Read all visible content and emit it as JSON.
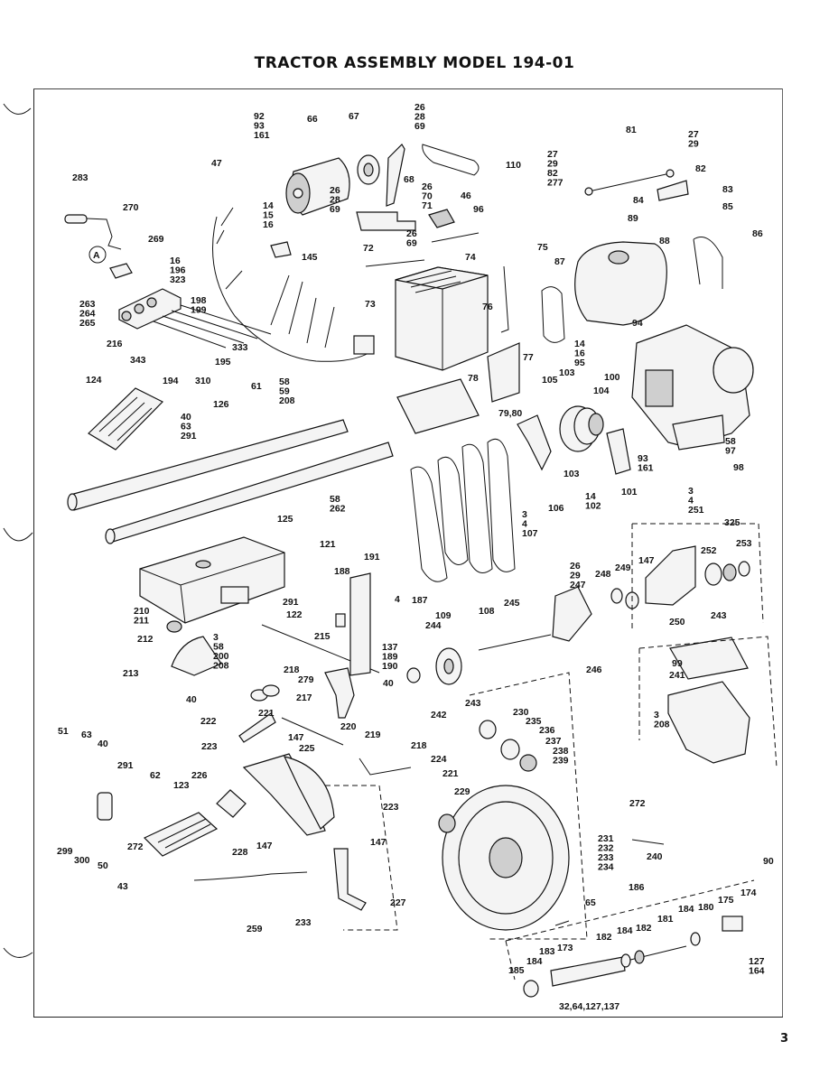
{
  "title": "TRACTOR ASSEMBLY MODEL 194-01",
  "page_number": "3",
  "callout": "A",
  "labels": [
    {
      "id": "l283",
      "text": "283"
    },
    {
      "id": "l270",
      "text": "270"
    },
    {
      "id": "l269",
      "text": "269"
    },
    {
      "id": "lA16",
      "text": "16\n196\n323"
    },
    {
      "id": "l263",
      "text": "263\n264\n265"
    },
    {
      "id": "l198",
      "text": "198\n199"
    },
    {
      "id": "l216",
      "text": "216"
    },
    {
      "id": "l343",
      "text": "343"
    },
    {
      "id": "l194",
      "text": "194"
    },
    {
      "id": "l310",
      "text": "310"
    },
    {
      "id": "l195",
      "text": "195"
    },
    {
      "id": "l333",
      "text": "333"
    },
    {
      "id": "l92",
      "text": "92\n93\n161"
    },
    {
      "id": "l47",
      "text": "47"
    },
    {
      "id": "l66",
      "text": "66"
    },
    {
      "id": "l67",
      "text": "67"
    },
    {
      "id": "l26a",
      "text": "26\n28\n69"
    },
    {
      "id": "l68",
      "text": "68"
    },
    {
      "id": "l110",
      "text": "110"
    },
    {
      "id": "l14a",
      "text": "14\n15\n16"
    },
    {
      "id": "l26b",
      "text": "26\n28\n69"
    },
    {
      "id": "l26c",
      "text": "26\n70\n71"
    },
    {
      "id": "l46",
      "text": "46"
    },
    {
      "id": "l96",
      "text": "96"
    },
    {
      "id": "l72",
      "text": "72"
    },
    {
      "id": "l26d",
      "text": "26\n69"
    },
    {
      "id": "l145",
      "text": "145"
    },
    {
      "id": "l81",
      "text": "81"
    },
    {
      "id": "l27a",
      "text": "27\n29"
    },
    {
      "id": "l27b",
      "text": "27\n29\n82\n277"
    },
    {
      "id": "l82",
      "text": "82"
    },
    {
      "id": "l83",
      "text": "83"
    },
    {
      "id": "l84",
      "text": "84"
    },
    {
      "id": "l85",
      "text": "85"
    },
    {
      "id": "l89",
      "text": "89"
    },
    {
      "id": "l88",
      "text": "88"
    },
    {
      "id": "l86",
      "text": "86"
    },
    {
      "id": "l75",
      "text": "75"
    },
    {
      "id": "l74",
      "text": "74"
    },
    {
      "id": "l87",
      "text": "87"
    },
    {
      "id": "l73",
      "text": "73"
    },
    {
      "id": "l76",
      "text": "76"
    },
    {
      "id": "l94",
      "text": "94"
    },
    {
      "id": "l14b",
      "text": "14\n16\n95"
    },
    {
      "id": "l77",
      "text": "77"
    },
    {
      "id": "l103a",
      "text": "103"
    },
    {
      "id": "l105",
      "text": "105"
    },
    {
      "id": "l100",
      "text": "100"
    },
    {
      "id": "l104",
      "text": "104"
    },
    {
      "id": "l61",
      "text": "61"
    },
    {
      "id": "l124",
      "text": "124"
    },
    {
      "id": "l58a",
      "text": "58\n59\n208"
    },
    {
      "id": "l126",
      "text": "126"
    },
    {
      "id": "l78",
      "text": "78"
    },
    {
      "id": "l40a",
      "text": "40\n63\n291"
    },
    {
      "id": "l7980",
      "text": "79,80"
    },
    {
      "id": "l58b",
      "text": "58\n97"
    },
    {
      "id": "l93",
      "text": "93\n161"
    },
    {
      "id": "l98",
      "text": "98"
    },
    {
      "id": "l103b",
      "text": "103"
    },
    {
      "id": "l101",
      "text": "101"
    },
    {
      "id": "l14c",
      "text": "14\n102"
    },
    {
      "id": "l106",
      "text": "106"
    },
    {
      "id": "l3a",
      "text": "3\n4\n107"
    },
    {
      "id": "l58c",
      "text": "58\n262"
    },
    {
      "id": "l125",
      "text": "125"
    },
    {
      "id": "l3b",
      "text": "3\n4\n251"
    },
    {
      "id": "l325",
      "text": "325"
    },
    {
      "id": "l252",
      "text": "252"
    },
    {
      "id": "l253",
      "text": "253"
    },
    {
      "id": "l121",
      "text": "121"
    },
    {
      "id": "l191",
      "text": "191"
    },
    {
      "id": "l188",
      "text": "188"
    },
    {
      "id": "l147a",
      "text": "147"
    },
    {
      "id": "l26e",
      "text": "26\n29\n247"
    },
    {
      "id": "l248",
      "text": "248"
    },
    {
      "id": "l249",
      "text": "249"
    },
    {
      "id": "l4",
      "text": "4"
    },
    {
      "id": "l187",
      "text": "187"
    },
    {
      "id": "l291a",
      "text": "291"
    },
    {
      "id": "l122",
      "text": "122"
    },
    {
      "id": "l210",
      "text": "210\n211"
    },
    {
      "id": "l212",
      "text": "212"
    },
    {
      "id": "l3c",
      "text": "3\n58\n200\n208"
    },
    {
      "id": "l215",
      "text": "215"
    },
    {
      "id": "l109",
      "text": "109"
    },
    {
      "id": "l108",
      "text": "108"
    },
    {
      "id": "l245",
      "text": "245"
    },
    {
      "id": "l243a",
      "text": "243"
    },
    {
      "id": "l250",
      "text": "250"
    },
    {
      "id": "l137",
      "text": "137\n189\n190"
    },
    {
      "id": "l244",
      "text": "244"
    },
    {
      "id": "l99",
      "text": "99"
    },
    {
      "id": "l241",
      "text": "241"
    },
    {
      "id": "l246",
      "text": "246"
    },
    {
      "id": "l213",
      "text": "213"
    },
    {
      "id": "l218a",
      "text": "218"
    },
    {
      "id": "l279",
      "text": "279"
    },
    {
      "id": "l40b",
      "text": "40"
    },
    {
      "id": "l217",
      "text": "217"
    },
    {
      "id": "l40c",
      "text": "40"
    },
    {
      "id": "l242",
      "text": "242"
    },
    {
      "id": "l243b",
      "text": "243"
    },
    {
      "id": "l3d",
      "text": "3\n208"
    },
    {
      "id": "l230",
      "text": "230"
    },
    {
      "id": "l235",
      "text": "235"
    },
    {
      "id": "l236",
      "text": "236"
    },
    {
      "id": "l237",
      "text": "237"
    },
    {
      "id": "l238",
      "text": "238\n239"
    },
    {
      "id": "l221a",
      "text": "221"
    },
    {
      "id": "l222",
      "text": "222"
    },
    {
      "id": "l220",
      "text": "220"
    },
    {
      "id": "l219",
      "text": "219"
    },
    {
      "id": "l223a",
      "text": "223"
    },
    {
      "id": "l147b",
      "text": "147"
    },
    {
      "id": "l225",
      "text": "225"
    },
    {
      "id": "l218b",
      "text": "218"
    },
    {
      "id": "l224",
      "text": "224"
    },
    {
      "id": "l221b",
      "text": "221"
    },
    {
      "id": "l51",
      "text": "51"
    },
    {
      "id": "l63",
      "text": "63"
    },
    {
      "id": "l40d",
      "text": "40"
    },
    {
      "id": "l291b",
      "text": "291"
    },
    {
      "id": "l62",
      "text": "62"
    },
    {
      "id": "l226",
      "text": "226"
    },
    {
      "id": "l123",
      "text": "123"
    },
    {
      "id": "l223b",
      "text": "223"
    },
    {
      "id": "l229",
      "text": "229"
    },
    {
      "id": "l272a",
      "text": "272"
    },
    {
      "id": "l299",
      "text": "299"
    },
    {
      "id": "l300",
      "text": "300"
    },
    {
      "id": "l50",
      "text": "50"
    },
    {
      "id": "l272b",
      "text": "272"
    },
    {
      "id": "l43",
      "text": "43"
    },
    {
      "id": "l147c",
      "text": "147"
    },
    {
      "id": "l147d",
      "text": "147"
    },
    {
      "id": "l231",
      "text": "231\n232\n233\n234"
    },
    {
      "id": "l240",
      "text": "240"
    },
    {
      "id": "l228",
      "text": "228"
    },
    {
      "id": "l90",
      "text": "90"
    },
    {
      "id": "l186",
      "text": "186"
    },
    {
      "id": "l175",
      "text": "175"
    },
    {
      "id": "l174",
      "text": "174"
    },
    {
      "id": "l184a",
      "text": "184"
    },
    {
      "id": "l180",
      "text": "180"
    },
    {
      "id": "l259",
      "text": "259"
    },
    {
      "id": "l233",
      "text": "233"
    },
    {
      "id": "l227",
      "text": "227"
    },
    {
      "id": "l65",
      "text": "65"
    },
    {
      "id": "l181",
      "text": "181"
    },
    {
      "id": "l182a",
      "text": "182"
    },
    {
      "id": "l184b",
      "text": "184"
    },
    {
      "id": "l182b",
      "text": "182"
    },
    {
      "id": "l183",
      "text": "183"
    },
    {
      "id": "l173",
      "text": "173"
    },
    {
      "id": "l184c",
      "text": "184"
    },
    {
      "id": "l185",
      "text": "185"
    },
    {
      "id": "l127",
      "text": "127\n164"
    },
    {
      "id": "l32",
      "text": "32,64,127,137"
    }
  ]
}
